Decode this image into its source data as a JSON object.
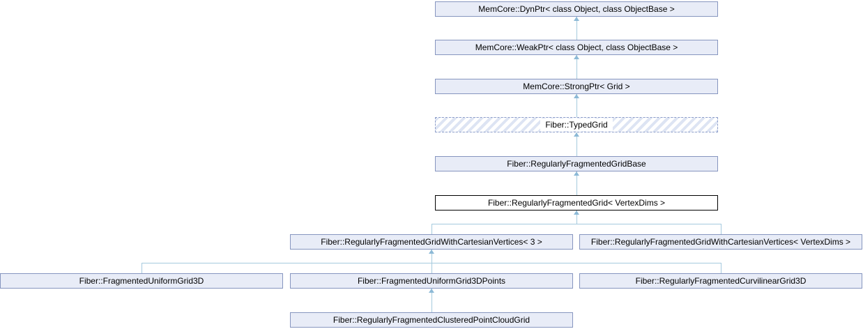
{
  "diagram": {
    "type": "class-inheritance-graph",
    "nodes": [
      {
        "id": "dynptr",
        "label": "MemCore::DynPtr< class Object, class ObjectBase >",
        "style": "solid"
      },
      {
        "id": "weakptr",
        "label": "MemCore::WeakPtr< class Object, class ObjectBase >",
        "style": "solid"
      },
      {
        "id": "strongptr",
        "label": "MemCore::StrongPtr< Grid >",
        "style": "solid"
      },
      {
        "id": "typedgrid",
        "label": "Fiber::TypedGrid",
        "style": "dashed-hatched"
      },
      {
        "id": "gridbase",
        "label": "Fiber::RegularlyFragmentedGridBase",
        "style": "solid"
      },
      {
        "id": "current",
        "label": "Fiber::RegularlyFragmentedGrid< VertexDims >",
        "style": "current-class"
      },
      {
        "id": "cartesian3",
        "label": "Fiber::RegularlyFragmentedGridWithCartesianVertices< 3 >",
        "style": "solid"
      },
      {
        "id": "cartesianVertexDims",
        "label": "Fiber::RegularlyFragmentedGridWithCartesianVertices< VertexDims >",
        "style": "solid"
      },
      {
        "id": "fragmentedUniformGrid3D",
        "label": "Fiber::FragmentedUniformGrid3D",
        "style": "solid"
      },
      {
        "id": "uniformGrid3DPoints",
        "label": "Fiber::FragmentedUniformGrid3DPoints",
        "style": "solid"
      },
      {
        "id": "curvilinearGrid3D",
        "label": "Fiber::RegularlyFragmentedCurvilinearGrid3D",
        "style": "solid"
      },
      {
        "id": "clusteredPointCloudGrid",
        "label": "Fiber::RegularlyFragmentedClusteredPointCloudGrid",
        "style": "solid"
      }
    ],
    "edges": [
      {
        "from": "weakptr",
        "to": "dynptr"
      },
      {
        "from": "strongptr",
        "to": "weakptr"
      },
      {
        "from": "typedgrid",
        "to": "strongptr"
      },
      {
        "from": "gridbase",
        "to": "typedgrid"
      },
      {
        "from": "current",
        "to": "gridbase"
      },
      {
        "from": "cartesian3",
        "to": "current"
      },
      {
        "from": "cartesianVertexDims",
        "to": "current"
      },
      {
        "from": "fragmentedUniformGrid3D",
        "to": "cartesian3"
      },
      {
        "from": "uniformGrid3DPoints",
        "to": "cartesian3"
      },
      {
        "from": "curvilinearGrid3D",
        "to": "cartesian3"
      },
      {
        "from": "clusteredPointCloudGrid",
        "to": "uniformGrid3DPoints"
      }
    ],
    "colors": {
      "node_fill": "#e8ecf7",
      "node_border": "#8695bf",
      "current_fill": "#ffffff",
      "current_border": "#000000",
      "hatch_stripe": "#dde4f3",
      "dashed_border": "#8b9cc9",
      "edge_line": "#a5cade",
      "edge_arrowhead": "#8cb9d6",
      "text": "#000000"
    }
  }
}
